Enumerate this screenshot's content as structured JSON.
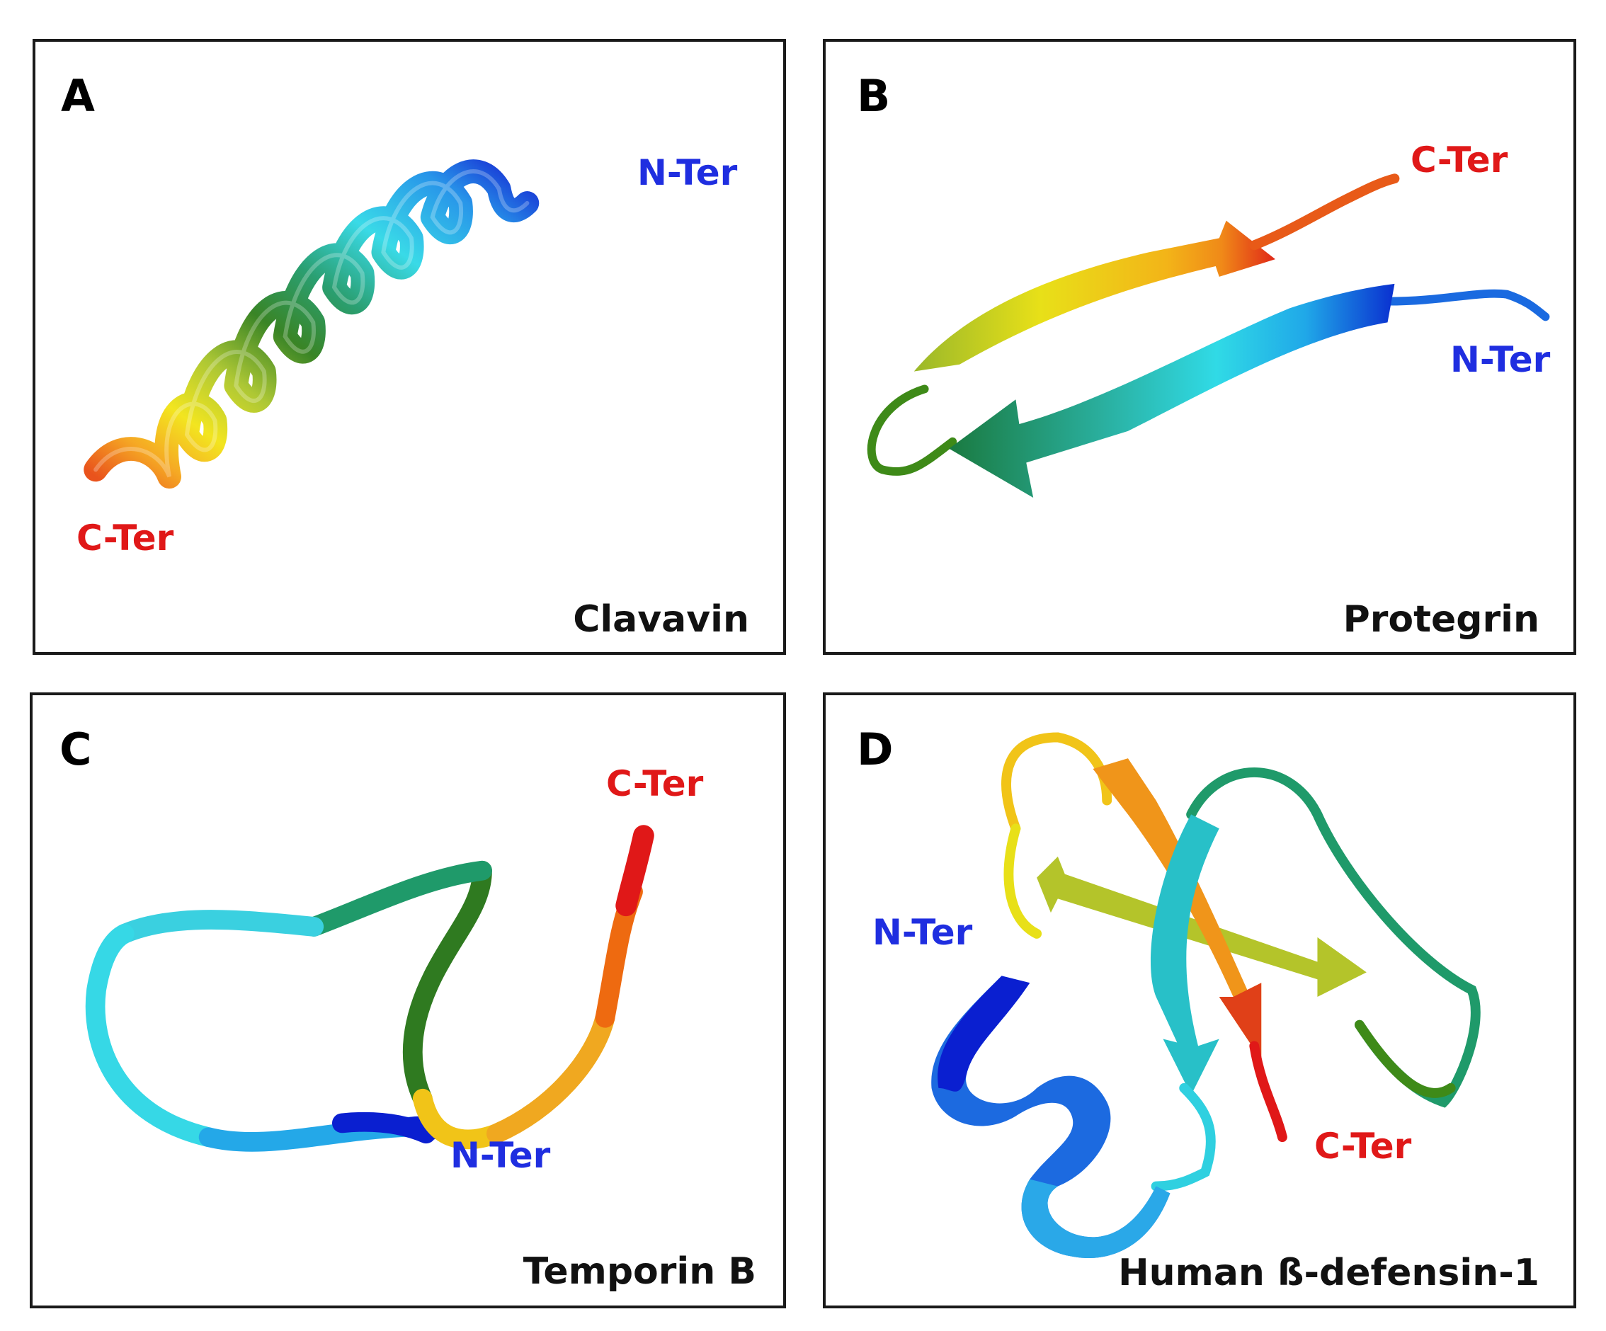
{
  "panels": [
    {
      "label": "A",
      "name": "Clavavin",
      "n_ter": "N-Ter",
      "c_ter": "C-Ter",
      "structure": "alpha-helix"
    },
    {
      "label": "B",
      "name": "Protegrin",
      "n_ter": "N-Ter",
      "c_ter": "C-Ter",
      "structure": "beta-hairpin"
    },
    {
      "label": "C",
      "name": "Temporin B",
      "n_ter": "N-Ter",
      "c_ter": "C-Ter",
      "structure": "random-coil"
    },
    {
      "label": "D",
      "name": "Human ß-defensin-1",
      "n_ter": "N-Ter",
      "c_ter": "C-Ter",
      "structure": "alpha-beta"
    }
  ],
  "colors": {
    "n_terminus": "#1f2ee0",
    "c_terminus": "#e01818",
    "rainbow": [
      "#0a1fd0",
      "#1c8fe8",
      "#2fd8e6",
      "#1f9a6a",
      "#3e8a18",
      "#b8c82a",
      "#f2e414",
      "#f5a418",
      "#ee6a10",
      "#e01818"
    ]
  }
}
